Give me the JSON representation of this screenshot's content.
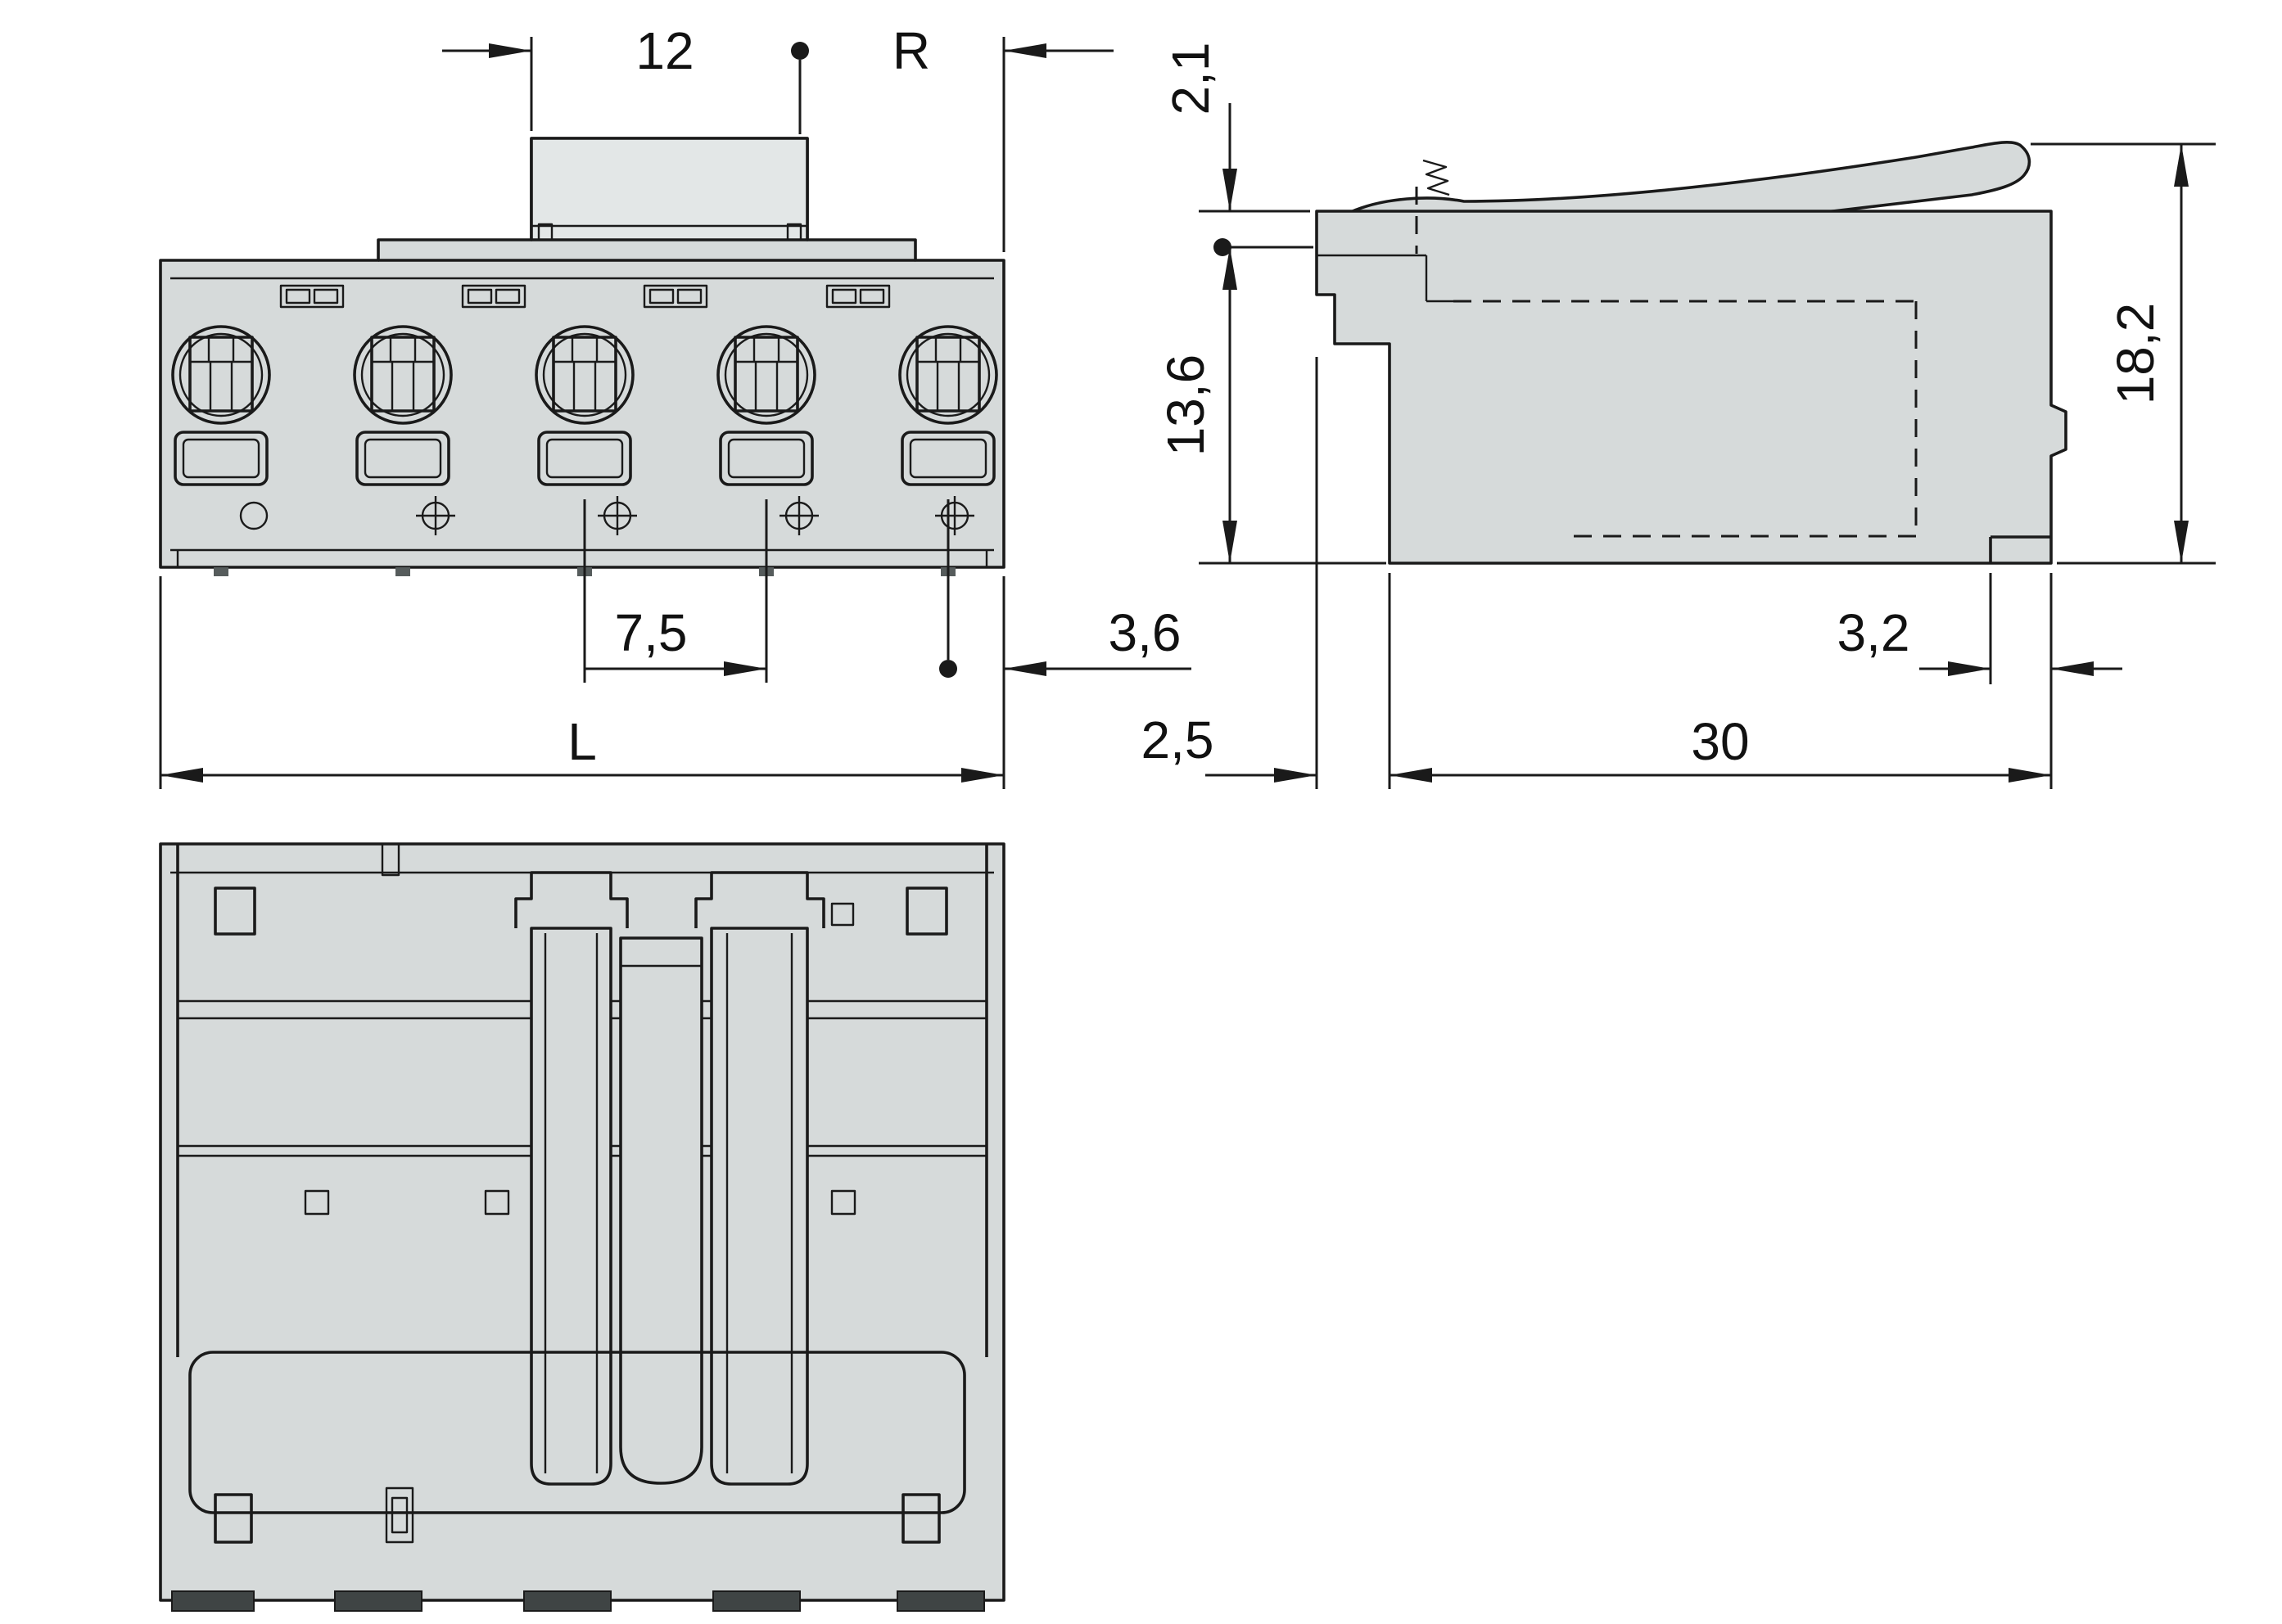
{
  "dims": {
    "front": {
      "latch_width": "12",
      "marking_ref": "R",
      "pole_pitch": "7,5",
      "pole_to_edge": "3,6",
      "overall_length": "L"
    },
    "side": {
      "lever_top_offset": "2,1",
      "body_height": "13,6",
      "overall_height": "18,2",
      "front_step": "2,5",
      "rear_foot": "3,2",
      "overall_depth": "30"
    }
  },
  "colors": {
    "background": "#ffffff",
    "body_fill": "#d6dada",
    "latch_fill": "#e3e7e7",
    "line": "#1a1a1a",
    "feet_fill": "#3f4444"
  }
}
